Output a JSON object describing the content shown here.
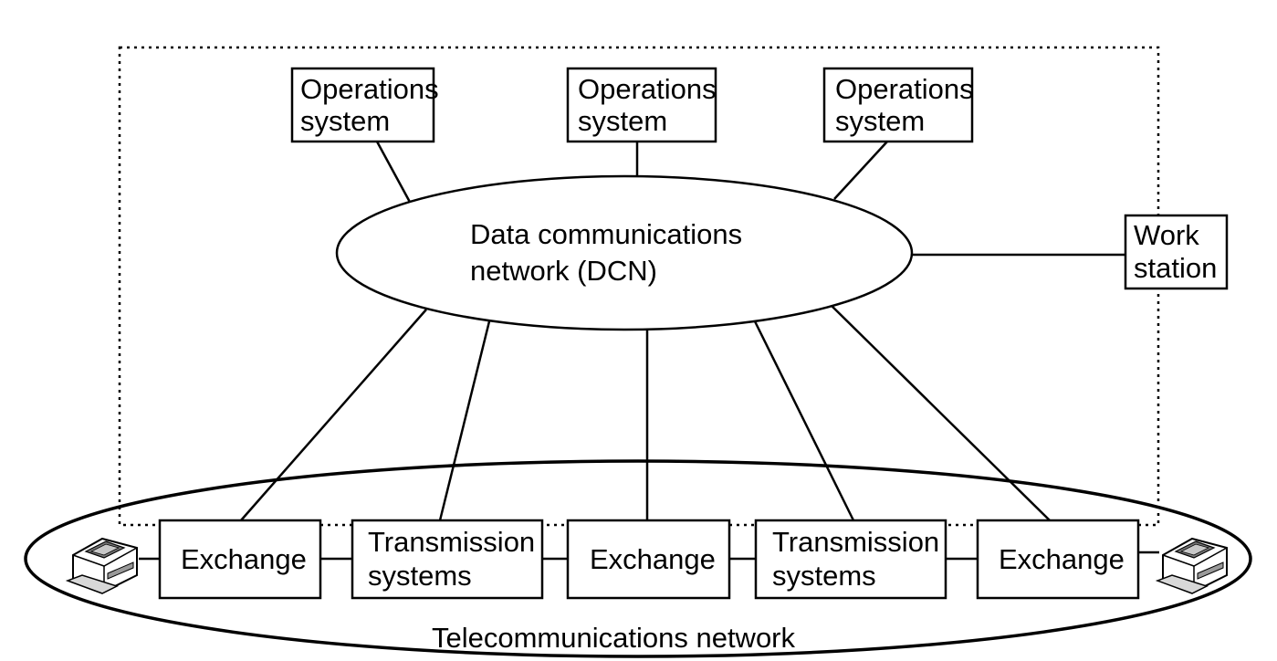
{
  "operations_systems": [
    {
      "line1": "Operations",
      "line2": "system"
    },
    {
      "line1": "Operations",
      "line2": "system"
    },
    {
      "line1": "Operations",
      "line2": "system"
    }
  ],
  "dcn": {
    "line1": "Data communications",
    "line2": "network (DCN)"
  },
  "workstation": {
    "line1": "Work",
    "line2": "station"
  },
  "chain": [
    {
      "line1": "Exchange",
      "line2": ""
    },
    {
      "line1": "Transmission",
      "line2": "systems"
    },
    {
      "line1": "Exchange",
      "line2": ""
    },
    {
      "line1": "Transmission",
      "line2": "systems"
    },
    {
      "line1": "Exchange",
      "line2": ""
    }
  ],
  "telecom_network": {
    "label": "Telecommunications network"
  },
  "terminals": [
    {
      "icon": "terminal-device-icon"
    },
    {
      "icon": "terminal-device-icon"
    }
  ]
}
